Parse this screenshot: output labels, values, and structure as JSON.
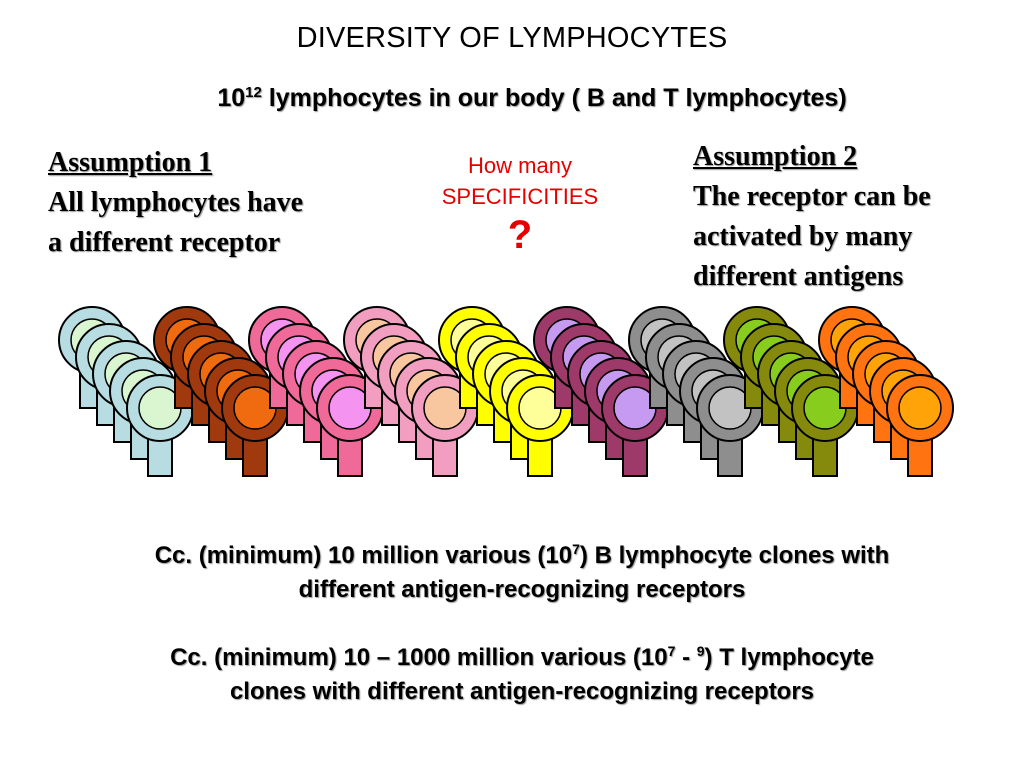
{
  "title": "DIVERSITY OF LYMPHOCYTES",
  "subtitle": {
    "prefix": "10",
    "exponent": "12",
    "rest": " lymphocytes in our body ( B and T lymphocytes)"
  },
  "assumption_1": {
    "heading": "Assumption 1",
    "line1": "All lymphocytes have",
    "line2": "a different receptor"
  },
  "assumption_2": {
    "heading": "Assumption 2",
    "line1": "The receptor can be",
    "line2": "activated by many",
    "line3": "different antigens"
  },
  "question": {
    "line1": "How many",
    "line2": "SPECIFICITIES",
    "mark": "?"
  },
  "clones": [
    {
      "outer": "#b7dde3",
      "inner": "#d9f6d0"
    },
    {
      "outer": "#a03a0e",
      "inner": "#f06a10"
    },
    {
      "outer": "#ef6a98",
      "inner": "#f593f1"
    },
    {
      "outer": "#f29ec0",
      "inner": "#f9c79f"
    },
    {
      "outer": "#ffff00",
      "inner": "#ffff99"
    },
    {
      "outer": "#9e3a6a",
      "inner": "#c79af1"
    },
    {
      "outer": "#8e8e8e",
      "inner": "#c2c2c2"
    },
    {
      "outer": "#858a0c",
      "inner": "#88cc1e"
    },
    {
      "outer": "#ff7411",
      "inner": "#ffa308"
    }
  ],
  "statement_b": {
    "part1": "Cc. (minimum) 10 million various (10",
    "exp1": "7",
    "part2": ") B lymphocyte clones with",
    "line2": "different antigen-recognizing receptors"
  },
  "statement_t": {
    "part1": "Cc. (minimum) 10 – 1000 million various (10",
    "exp1": "7",
    "part2": " - ",
    "exp2": "9",
    "part3": ") T lymphocyte",
    "line2": "clones with different antigen-recognizing receptors"
  }
}
